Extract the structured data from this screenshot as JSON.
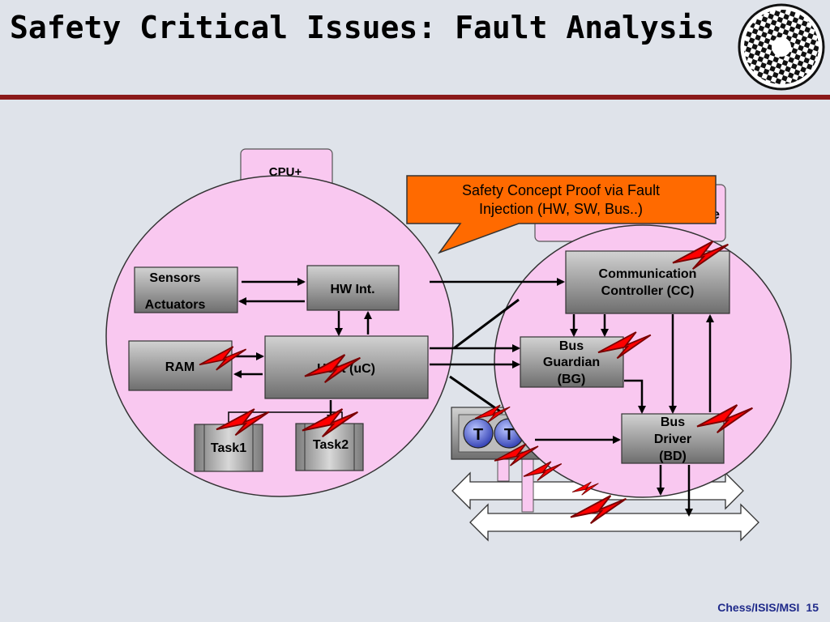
{
  "slide": {
    "title": "Safety Critical Issues: Fault Analysis",
    "footer_org": "Chess/ISIS/MSI",
    "page_number": "15"
  },
  "diagram": {
    "cpu_tab": "CPU+",
    "tab2_partial": "e",
    "callout_line1": "Safety Concept Proof via Fault",
    "callout_line2": "Injection (HW, SW, Bus..)",
    "sensors": "Sensors",
    "actuators": "Actuators",
    "hw_int": "HW Int.",
    "ram": "RAM",
    "host": "Host (uC)",
    "task1": "Task1",
    "task2": "Task2",
    "cc_line1": "Communication",
    "cc_line2": "Controller (CC)",
    "bg_line1": "Bus",
    "bg_line2": "Guardian",
    "bg_line3": "(BG)",
    "bd_line1": "Bus",
    "bd_line2": "Driver",
    "bd_line3": "(BD)",
    "timer_symbol": "T"
  },
  "colors": {
    "node_fill": "#f9c8f0",
    "box_fill": "#8a8a8a",
    "callout_fill": "#ff6a00",
    "lightning": "#ff0000",
    "title_rule": "#8b1a1a",
    "footer_text": "#1f2a8a"
  }
}
